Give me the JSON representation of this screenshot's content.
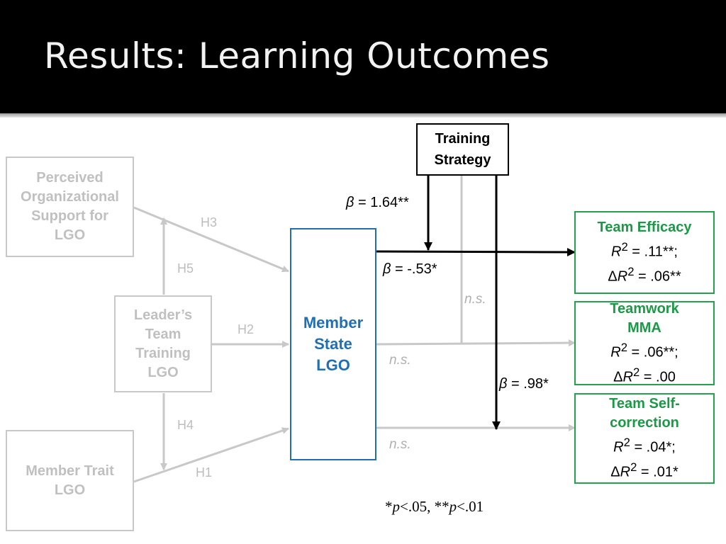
{
  "slide": {
    "title": "Results: Learning Outcomes"
  },
  "boxes": {
    "pos": "Perceived\nOrganizational\nSupport for\nLGO",
    "leader": "Leader’s\nTeam\nTraining\nLGO",
    "trait": "Member Trait\nLGO",
    "state": "Member\nState\nLGO",
    "strategy": "Training\nStrategy"
  },
  "outcomes": [
    {
      "title": "Team Efficacy",
      "r2": " = .11**;",
      "dr2": " = .06**"
    },
    {
      "title": "Teamwork\nMMA",
      "r2": " = .06**;",
      "dr2": " = .00"
    },
    {
      "title": "Team Self-\ncorrection",
      "r2": " = .04*;",
      "dr2": " = .01*"
    }
  ],
  "symbols": {
    "r": "R",
    "sq": "2",
    "delta": "Δ",
    "beta": "β"
  },
  "hypotheses": {
    "h1": "H1",
    "h2": "H2",
    "h3": "H3",
    "h4": "H4",
    "h5": "H5"
  },
  "paths": {
    "strategy_to_state": " = 1.64**",
    "state_to_efficacy": " = -.53*",
    "strategy_to_selfcorrection": " = .98*",
    "ns": "n.s."
  },
  "note": {
    "p05": "p",
    "p05_rest": "<.05, **",
    "p01": "p",
    "p01_rest": "<.01",
    "star": "*"
  },
  "colors": {
    "header_bg": "#000000",
    "title_text": "#f2f2f2",
    "grey": "#c8c8c8",
    "state_blue": "#1f6fb4",
    "outcome_green": "#22a24a",
    "black": "#000000"
  }
}
